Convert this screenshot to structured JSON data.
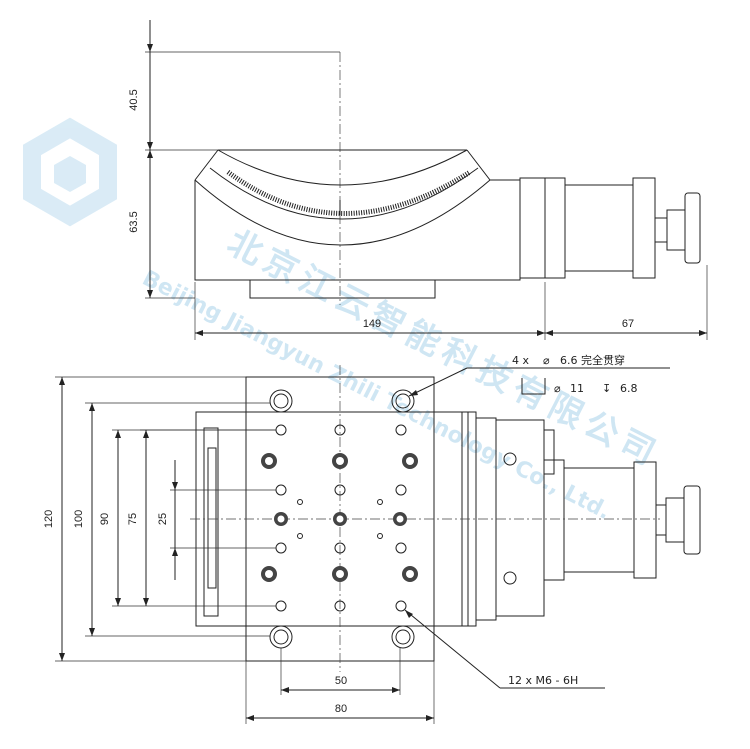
{
  "dimensions": {
    "height_top": "40.5",
    "height_lower": "63.5",
    "width_body": "149",
    "width_motor": "67",
    "overall_height": "120",
    "rail_span": "100",
    "hole_span_90": "90",
    "hole_span_75": "75",
    "hole_span_25": "25",
    "bottom_span_50": "50",
    "bottom_span_80": "80"
  },
  "notes": {
    "thru_hole_prefix": "4 x",
    "thru_hole_dia": "6.6 完全贯穿",
    "counterbore_dia": "11",
    "counterbore_depth": "6.8",
    "tapped_holes": "12 x M6 - 6H"
  },
  "watermark": {
    "company_cn": "北京江云智能科技有限公司",
    "company_en": "Beijing Jiangyun Zhili Technology Co., Ltd.",
    "color": "#bcdcef"
  },
  "colors": {
    "line": "#222222",
    "accent": "#5aa9d6"
  }
}
